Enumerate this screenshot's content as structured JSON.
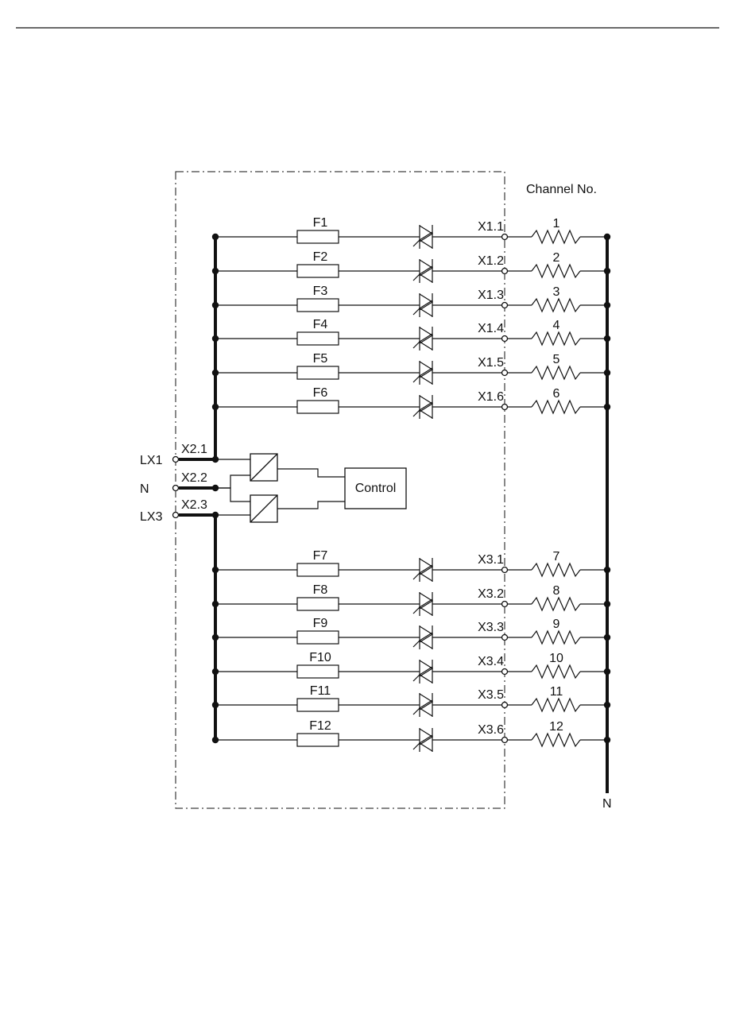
{
  "channel_header": "Channel No.",
  "inputs": [
    {
      "id": "LX1",
      "label": "LX1",
      "terminal": "X2.1"
    },
    {
      "id": "N",
      "label": "N",
      "terminal": "X2.2"
    },
    {
      "id": "LX3",
      "label": "LX3",
      "terminal": "X2.3"
    }
  ],
  "control_label": "Control",
  "neutral_label": "N",
  "channels": [
    {
      "fuse": "F1",
      "terminal": "X1.1",
      "channel": "1"
    },
    {
      "fuse": "F2",
      "terminal": "X1.2",
      "channel": "2"
    },
    {
      "fuse": "F3",
      "terminal": "X1.3",
      "channel": "3"
    },
    {
      "fuse": "F4",
      "terminal": "X1.4",
      "channel": "4"
    },
    {
      "fuse": "F5",
      "terminal": "X1.5",
      "channel": "5"
    },
    {
      "fuse": "F6",
      "terminal": "X1.6",
      "channel": "6"
    },
    {
      "fuse": "F7",
      "terminal": "X3.1",
      "channel": "7"
    },
    {
      "fuse": "F8",
      "terminal": "X3.2",
      "channel": "8"
    },
    {
      "fuse": "F9",
      "terminal": "X3.3",
      "channel": "9"
    },
    {
      "fuse": "F10",
      "terminal": "X3.4",
      "channel": "10"
    },
    {
      "fuse": "F11",
      "terminal": "X3.5",
      "channel": "11"
    },
    {
      "fuse": "F12",
      "terminal": "X3.6",
      "channel": "12"
    }
  ],
  "colors": {
    "line": "#111111",
    "background": "#ffffff"
  }
}
